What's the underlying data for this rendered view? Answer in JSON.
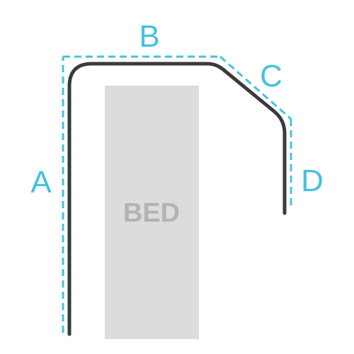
{
  "bed": {
    "label": "BED"
  },
  "segments": {
    "a": "A",
    "b": "B",
    "c": "C",
    "d": "D"
  },
  "colors": {
    "measure_line": "#45c1de",
    "rail": "#3a3a3e",
    "bed_fill": "#dcdcdc",
    "bed_text": "#b3b3b3",
    "background": "#ffffff"
  }
}
